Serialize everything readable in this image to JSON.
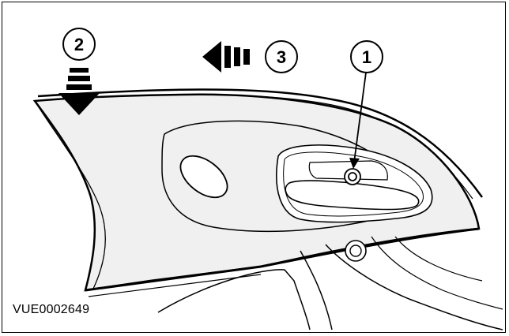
{
  "figure": {
    "reference_code": "VUE0002649",
    "callouts": [
      {
        "label": "1",
        "meaning": "screw-cover"
      },
      {
        "label": "2",
        "meaning": "push-down"
      },
      {
        "label": "3",
        "meaning": "pull-rearward"
      }
    ]
  },
  "colors": {
    "line": "#000000",
    "panel_fill": "#f0f0f0",
    "background": "#ffffff"
  }
}
